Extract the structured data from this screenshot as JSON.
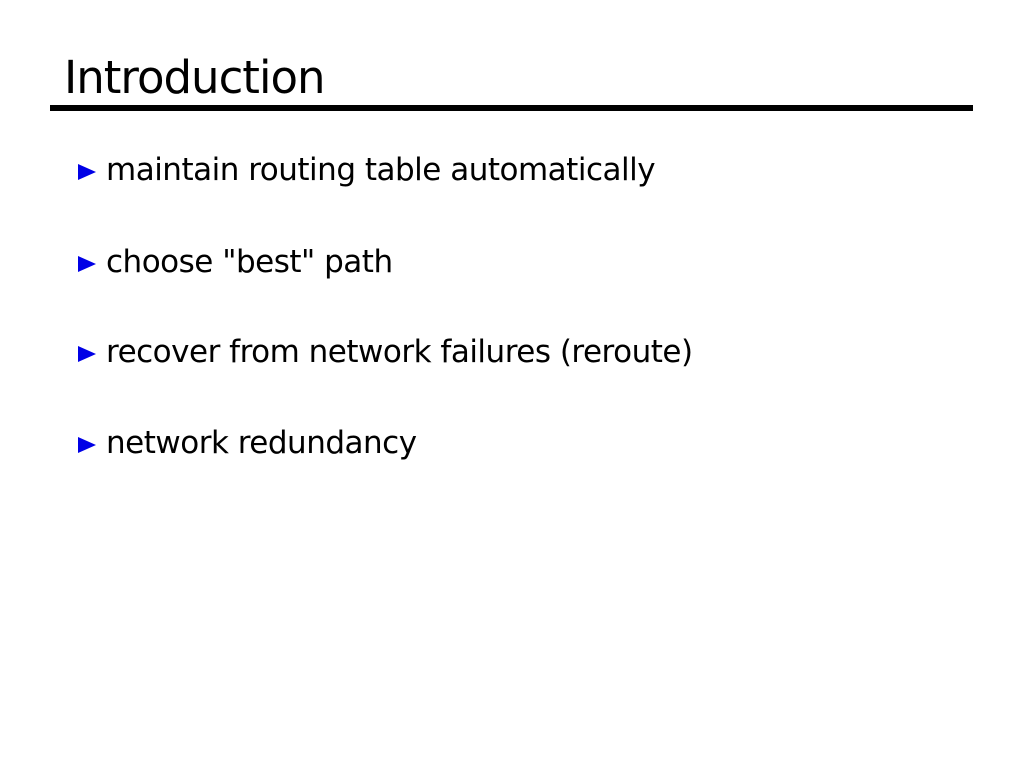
{
  "slide": {
    "title": "Introduction",
    "bullets": [
      "maintain routing table automatically",
      "choose \"best\" path",
      "recover from network failures (reroute)",
      "network redundancy"
    ]
  },
  "colors": {
    "background": "#ffffff",
    "text": "#000000",
    "rule": "#000000",
    "bullet": "#0000e6"
  }
}
